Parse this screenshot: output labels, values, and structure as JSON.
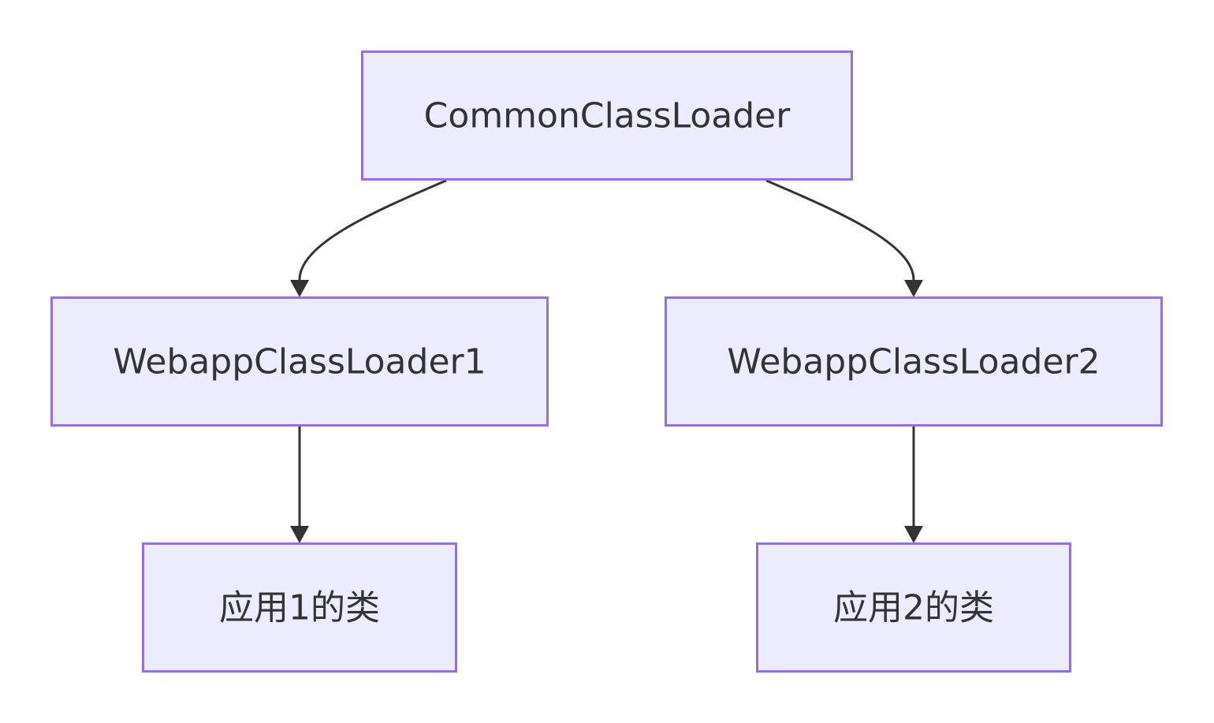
{
  "diagram": {
    "nodes": {
      "common": {
        "label": "CommonClassLoader"
      },
      "webapp1": {
        "label": "WebappClassLoader1"
      },
      "webapp2": {
        "label": "WebappClassLoader2"
      },
      "app1": {
        "label": "应用1的类"
      },
      "app2": {
        "label": "应用2的类"
      }
    },
    "edges": [
      {
        "from": "CommonClassLoader",
        "to": "WebappClassLoader1"
      },
      {
        "from": "CommonClassLoader",
        "to": "WebappClassLoader2"
      },
      {
        "from": "WebappClassLoader1",
        "to": "应用1的类"
      },
      {
        "from": "WebappClassLoader2",
        "to": "应用2的类"
      }
    ],
    "colors": {
      "node_fill": "#ECECFF",
      "node_border": "#9370DB",
      "edge": "#333333",
      "text": "#333333"
    }
  }
}
